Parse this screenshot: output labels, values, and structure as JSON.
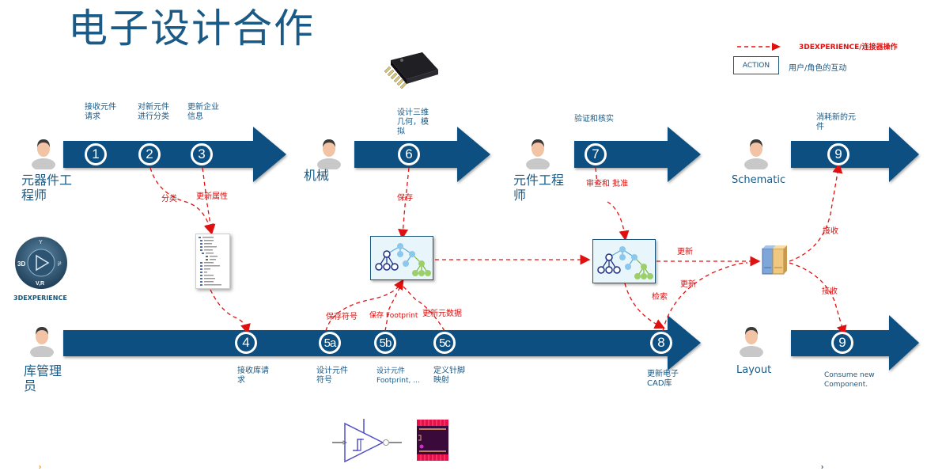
{
  "title": "电子设计合作",
  "legend": {
    "arrow_label": "3DEXPERIENCE/连接器操作",
    "box_label": "ACTION",
    "box_desc": "用户/角色的互动"
  },
  "brand": {
    "logo_text": "3DEXPERIENCE",
    "dial_labels": [
      "3D",
      "V,R",
      "i²"
    ]
  },
  "roles": {
    "component_engineer_top": "元器件工程师",
    "mechanical": "机械",
    "component_engineer": "元件工程师",
    "schematic": "Schematic",
    "librarian": "库管理员",
    "layout": "Layout"
  },
  "top_steps": [
    {
      "num": "1",
      "note": "接收元件请求"
    },
    {
      "num": "2",
      "note": "对新元件进行分类"
    },
    {
      "num": "3",
      "note": "更新企业信息"
    },
    {
      "num": "6",
      "note": "设计三维几何，模拟"
    },
    {
      "num": "7",
      "note": "验证和核实"
    },
    {
      "num": "9",
      "note": "消耗新的元件"
    }
  ],
  "bottom_steps": [
    {
      "num": "4",
      "note": "接收库请求"
    },
    {
      "num": "5a",
      "note": "设计元件符号"
    },
    {
      "num": "5b",
      "note": "设计元件 Footprint, ..."
    },
    {
      "num": "5c",
      "note": "定义针脚映射"
    },
    {
      "num": "8",
      "note": "更新电子CAD库"
    },
    {
      "num": "9",
      "note": "Consume new Component."
    }
  ],
  "connector_labels": {
    "classify": "分类",
    "update_attributes": "更新属性",
    "save": "保存",
    "review_approve": "审查和 批准",
    "save_symbol": "保存符号",
    "save_footprint": "保存 Footprint",
    "update_metadata": "更新元数据",
    "update_1": "更新",
    "update_2": "更新",
    "retrieve": "检索",
    "receive_1": "接收",
    "receive_2": "接收"
  },
  "colors": {
    "arrow_blue": "#0d4f80",
    "title_blue": "#1a5a86",
    "connector_red": "#e01010"
  }
}
